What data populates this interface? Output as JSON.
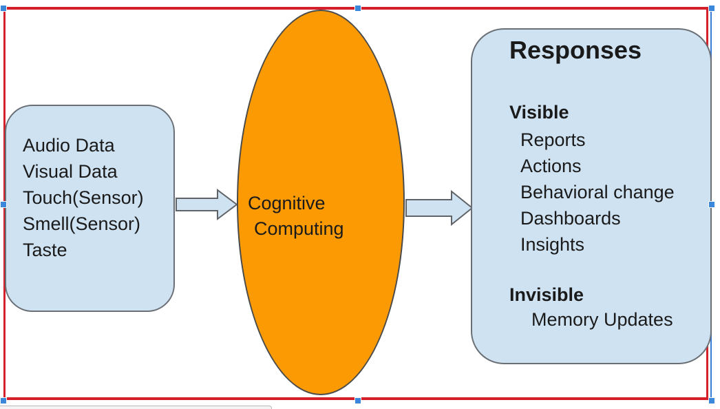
{
  "inputs": {
    "items": [
      "Audio Data",
      "Visual Data",
      "Touch(Sensor)",
      "Smell(Sensor)",
      "Taste"
    ]
  },
  "center": {
    "line1": "Cognitive",
    "line2": "Computing",
    "fill": "#fc9a03"
  },
  "responses": {
    "title": "Responses",
    "visible_heading": "Visible",
    "visible_items": [
      "Reports",
      "Actions",
      "Behavioral change",
      "Dashboards",
      "Insights"
    ],
    "invisible_heading": "Invisible",
    "invisible_items": [
      "Memory Updates"
    ]
  },
  "colors": {
    "box_fill": "#cfe2f1",
    "selection_frame": "#d4202a",
    "handle": "#3b87d9"
  }
}
